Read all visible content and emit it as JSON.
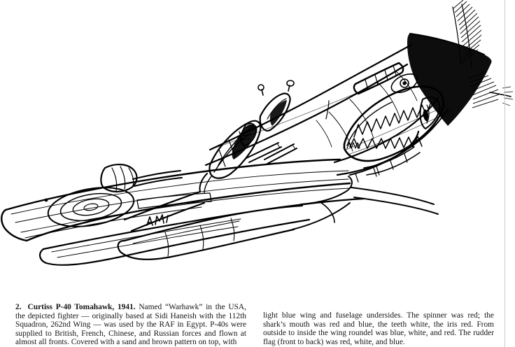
{
  "page": {
    "background": "#ffffff",
    "ink_color": "#000000"
  },
  "illustration": {
    "name": "curtiss-p40-tomahawk-line-drawing",
    "subject": "Curtiss P-40 Tomahawk fighter aircraft, three-quarter front view, climbing",
    "style": "black-and-white pen line art",
    "tail_code_marking": "AM",
    "features": [
      "shark-mouth nose art with teeth and eye",
      "spinning propeller with motion blur",
      "open sliding canopy with pilot",
      "exhaust stacks along cowling",
      "wing roundel",
      "wing machine gun barrels",
      "retracted main landing gear fairings",
      "vertical tail fin and rudder"
    ]
  },
  "caption": {
    "number": "2.",
    "headline": "Curtiss P-40 Tomahawk, 1941.",
    "left_column": "Named “Warhawk” in the USA, the depicted fighter — originally based at Sidi Haneish with the 112th Squadron, 262nd Wing — was used by the RAF in Egypt. P-40s were supplied to British, French, Chinese, and Russian forces and flown at almost all fronts. Covered with a sand and brown pattern on top, with",
    "right_column": "light blue wing and fuselage undersides. The spinner was red; the shark’s mouth was red and blue, the teeth white, the iris red. From outside to inside the wing roundel was blue, white, and red. The rudder flag (front to back) was red, white, and blue."
  }
}
